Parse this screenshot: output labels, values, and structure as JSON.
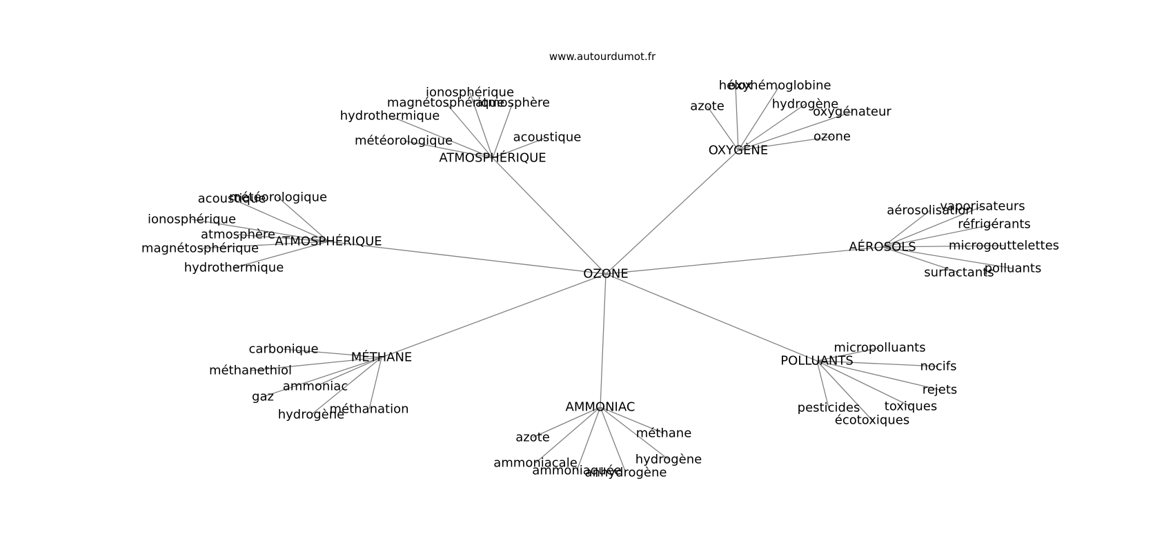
{
  "site": "www.autourdumot.fr",
  "graph": {
    "center": "OZONE",
    "clusters": [
      {
        "hub": "ATMOSPHÉRIQUE",
        "words": [
          "ionosphérique",
          "magnétosphérique",
          "atmosphère",
          "hydrothermique",
          "météorologique",
          "acoustique"
        ]
      },
      {
        "hub": "OXYGÈNE",
        "words": [
          "hélox",
          "oxyhémoglobine",
          "azote",
          "hydrogène",
          "oxygénateur",
          "ozone"
        ]
      },
      {
        "hub": "ATMOSPHÉRIQUE",
        "words": [
          "acoustique",
          "météorologique",
          "ionosphérique",
          "atmosphère",
          "magnétosphérique",
          "hydrothermique"
        ]
      },
      {
        "hub": "AÉROSOLS",
        "words": [
          "aérosolisation",
          "vaporisateurs",
          "réfrigérants",
          "microgouttelettes",
          "polluants",
          "surfactants"
        ]
      },
      {
        "hub": "MÉTHANE",
        "words": [
          "carbonique",
          "méthanethiol",
          "ammoniac",
          "gaz",
          "hydrogène",
          "méthanation"
        ]
      },
      {
        "hub": "AMMONIAC",
        "words": [
          "azote",
          "méthane",
          "hydrogène",
          "ammoniacale",
          "ammoniaquée",
          "anhydrogène"
        ]
      },
      {
        "hub": "POLLUANTS",
        "words": [
          "micropolluants",
          "nocifs",
          "rejets",
          "toxiques",
          "pesticides",
          "écotoxiques"
        ]
      }
    ]
  }
}
